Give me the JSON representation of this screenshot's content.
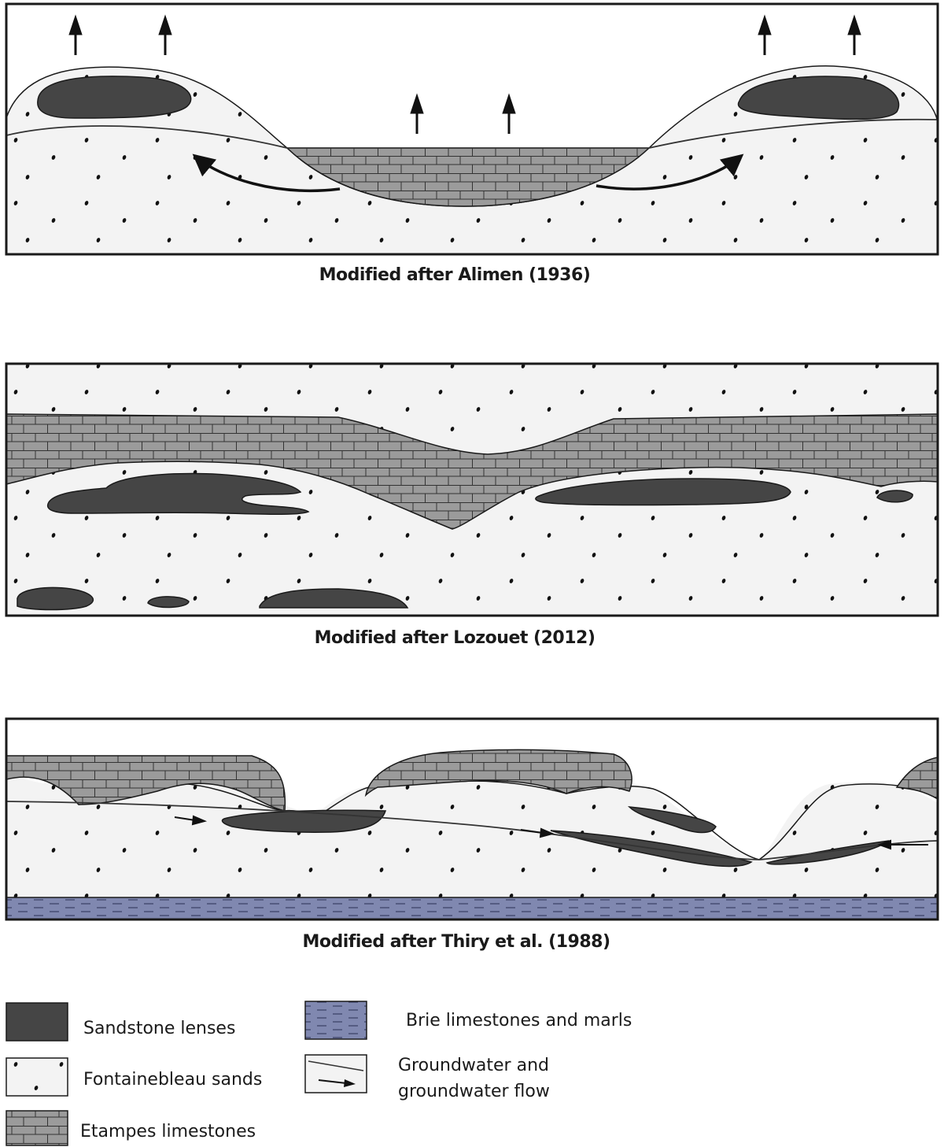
{
  "colors": {
    "sandstone": "#454545",
    "sand": "#f3f3f3",
    "limestone": "#9b9b9b",
    "brie": "#8088b0",
    "outline": "#1a1a1a"
  },
  "panels": [
    {
      "id": "alimen",
      "caption": "Modified after Alimen (1936)"
    },
    {
      "id": "lozouet",
      "caption": "Modified after Lozouet (2012)"
    },
    {
      "id": "thiry",
      "caption": "Modified after Thiry et al. (1988)"
    }
  ],
  "legend": {
    "sandstone": "Sandstone lenses",
    "sands": "Fontainebleau sands",
    "etampes": "Etampes limestones",
    "brie": "Brie limestones and marls",
    "groundwater_line1": "Groundwater and",
    "groundwater_line2": "groundwater flow"
  }
}
